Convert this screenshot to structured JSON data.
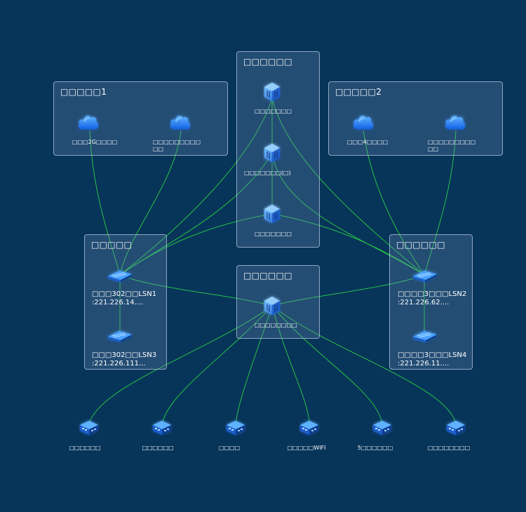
{
  "panels": {
    "internet1": {
      "title": "□□□□□1"
    },
    "internet2": {
      "title": "□□□□□2"
    },
    "core": {
      "title": "□□□□□□"
    },
    "distribution": {
      "title": "□□□□□□"
    },
    "aggregation_left": {
      "title": "□□□□□"
    },
    "aggregation_right": {
      "title": "□□□□□□"
    }
  },
  "nodes": {
    "cloud1": {
      "label": "□□□2G□□□□",
      "icon": "cloud-icon"
    },
    "cloud2": {
      "label": "□□□□□□□□□ □□",
      "icon": "cloud-icon"
    },
    "cloud3": {
      "label": "□□□4□□□□",
      "icon": "cloud-icon"
    },
    "cloud4": {
      "label": "□□□□□□□□□ □□",
      "icon": "cloud-icon"
    },
    "core1": {
      "label": "□□□□□□□",
      "icon": "core-switch-icon"
    },
    "core2": {
      "label": "□□□□□□□(□)",
      "icon": "core-switch-icon"
    },
    "core3": {
      "label": "□□□□□□□",
      "icon": "core-switch-icon"
    },
    "dist1": {
      "label": "□□□□□□□□",
      "icon": "core-switch-icon"
    },
    "lsn1": {
      "label_line1": "□□□302□□LSN1",
      "label_line2": ":221.226.14....",
      "icon": "switch-icon"
    },
    "lsn3": {
      "label_line1": "□□□302□□LSN3",
      "label_line2": ":221.226.111...",
      "icon": "switch-icon"
    },
    "lsn2": {
      "label_line1": "□□□□3□□□LSN2",
      "label_line2": ":221.226.62....",
      "icon": "switch-icon"
    },
    "lsn4": {
      "label_line1": "□□□□3□□□LSN4",
      "label_line2": ":221.226.11....",
      "icon": "switch-icon"
    },
    "acc1": {
      "label": "□□□□□□",
      "icon": "access-switch-icon"
    },
    "acc2": {
      "label": "□□□□□□",
      "icon": "access-switch-icon"
    },
    "acc3": {
      "label": "□□□□",
      "icon": "access-switch-icon"
    },
    "acc4": {
      "label": "□□□□□WIFI",
      "icon": "access-switch-icon"
    },
    "acc5": {
      "label": "5□□□□□□",
      "icon": "access-switch-icon"
    },
    "acc6": {
      "label": "□□□□□□□□",
      "icon": "access-switch-icon"
    }
  },
  "colors": {
    "background": "#073459",
    "link": "#25c247",
    "panel_border": "#c8d7eb",
    "icon_blue": "#2b86ff"
  }
}
